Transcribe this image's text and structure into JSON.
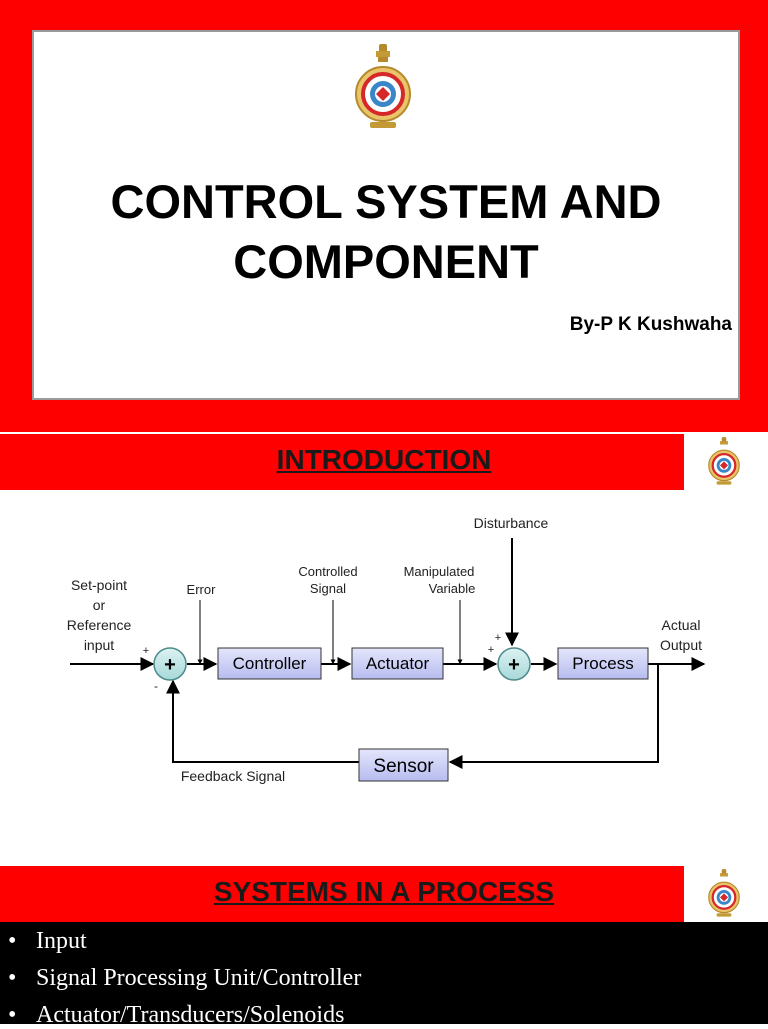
{
  "slide1": {
    "title_line1": "CONTROL SYSTEM AND",
    "title_line2": "COMPONENT",
    "author": "By-P K Kushwaha",
    "emblem_icon": "government-emblem-icon"
  },
  "slide2": {
    "heading": "INTRODUCTION",
    "diagram": {
      "blocks": [
        "Controller",
        "Actuator",
        "Process",
        "Sensor"
      ],
      "junction_symbol": "+",
      "labels": {
        "setpoint": [
          "Set-point",
          "or",
          "Reference",
          "input"
        ],
        "error": "Error",
        "controlled_signal": [
          "Controlled",
          "Signal"
        ],
        "manipulated_variable": [
          "Manipulated",
          "Variable"
        ],
        "disturbance": "Disturbance",
        "actual_output": [
          "Actual",
          "Output"
        ],
        "feedback_signal": "Feedback Signal",
        "plus": "+",
        "minus": "-"
      }
    }
  },
  "slide3": {
    "heading": "SYSTEMS IN A PROCESS",
    "bullet_symbol": "•",
    "bullets": [
      "Input",
      "Signal Processing Unit/Controller",
      "Actuator/Transducers/Solenoids"
    ]
  },
  "colors": {
    "red": "#ff0000",
    "block_fill": "#c9cdf2",
    "junction_fill": "#bfe6e6"
  }
}
